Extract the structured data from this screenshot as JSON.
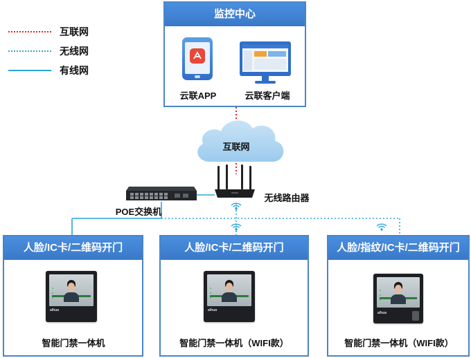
{
  "legend": [
    {
      "label": "互联网",
      "color": "#e02020",
      "style": "dotted"
    },
    {
      "label": "无线网",
      "color": "#2aa4d9",
      "style": "dotted"
    },
    {
      "label": "有线网",
      "color": "#2aa4d9",
      "style": "solid"
    }
  ],
  "monitor_center": {
    "title": "监控中心",
    "items": [
      {
        "label": "云联APP"
      },
      {
        "label": "云联客户端"
      }
    ]
  },
  "cloud": {
    "label": "互联网"
  },
  "router": {
    "label": "无线路由器"
  },
  "switch": {
    "label": "POE交换机"
  },
  "terminals": [
    {
      "title": "人脸/IC卡/二维码开门",
      "caption": "智能门禁一体机",
      "brand": "alhua"
    },
    {
      "title": "人脸/IC卡/二维码开门",
      "caption": "智能门禁一体机（WIFI款）",
      "brand": "alhua"
    },
    {
      "title": "人脸/指纹/IC卡/二维码开门",
      "caption": "智能门禁一体机（WIFI款）",
      "brand": "alhua"
    }
  ],
  "colors": {
    "accent": "#3f7fd0",
    "border": "#4a84c8",
    "internet": "#e02020",
    "network": "#2aa4d9"
  }
}
